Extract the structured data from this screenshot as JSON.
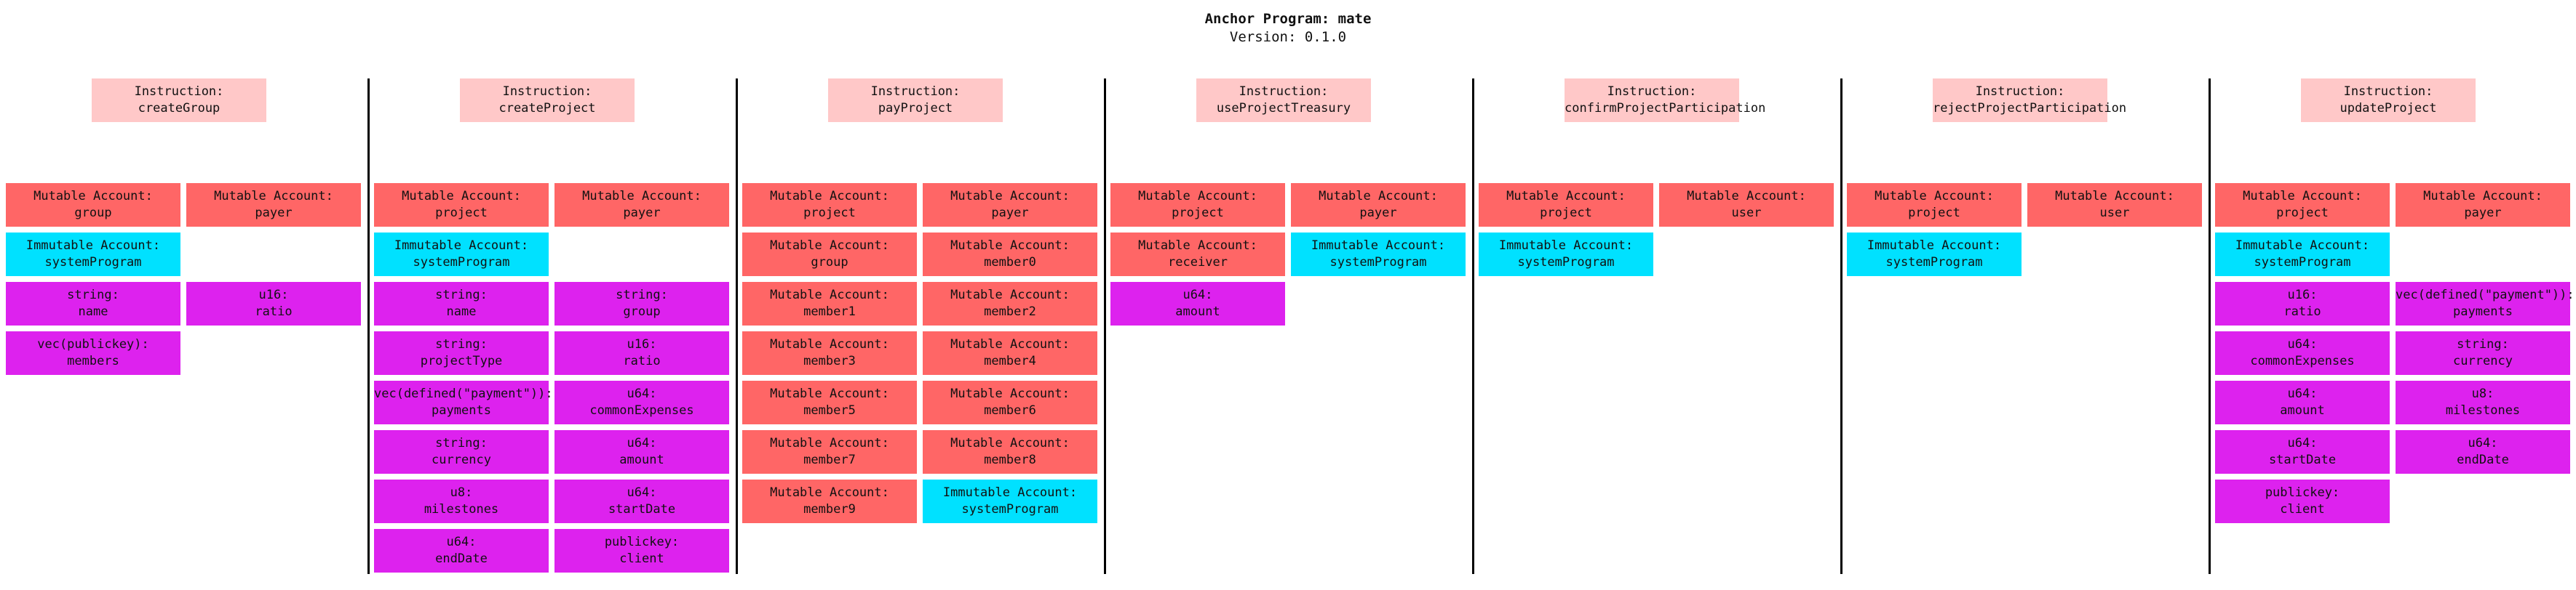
{
  "title": "Anchor Program: mate",
  "version": "Version: 0.1.0",
  "colors": {
    "instruction": "#ffc8c8",
    "mutable_account": "#ff6666",
    "immutable_account": "#00e1ff",
    "argument": "#dd22ee",
    "divider": "#000000"
  },
  "instructions": [
    {
      "header": "Instruction:",
      "name": "createGroup",
      "left": [
        {
          "kind": "mutable",
          "label": "Mutable Account:",
          "value": "group"
        },
        {
          "kind": "immutable",
          "label": "Immutable Account:",
          "value": "systemProgram"
        },
        {
          "kind": "arg",
          "label": "string:",
          "value": "name"
        },
        {
          "kind": "arg",
          "label": "vec(publickey):",
          "value": "members"
        }
      ],
      "right": [
        {
          "kind": "mutable",
          "label": "Mutable Account:",
          "value": "payer"
        },
        null,
        {
          "kind": "arg",
          "label": "u16:",
          "value": "ratio"
        }
      ]
    },
    {
      "header": "Instruction:",
      "name": "createProject",
      "left": [
        {
          "kind": "mutable",
          "label": "Mutable Account:",
          "value": "project"
        },
        {
          "kind": "immutable",
          "label": "Immutable Account:",
          "value": "systemProgram"
        },
        {
          "kind": "arg",
          "label": "string:",
          "value": "name"
        },
        {
          "kind": "arg",
          "label": "string:",
          "value": "projectType"
        },
        {
          "kind": "arg",
          "label": "vec(defined(\"payment\")):",
          "value": "payments"
        },
        {
          "kind": "arg",
          "label": "string:",
          "value": "currency"
        },
        {
          "kind": "arg",
          "label": "u8:",
          "value": "milestones"
        },
        {
          "kind": "arg",
          "label": "u64:",
          "value": "endDate"
        }
      ],
      "right": [
        {
          "kind": "mutable",
          "label": "Mutable Account:",
          "value": "payer"
        },
        null,
        {
          "kind": "arg",
          "label": "string:",
          "value": "group"
        },
        {
          "kind": "arg",
          "label": "u16:",
          "value": "ratio"
        },
        {
          "kind": "arg",
          "label": "u64:",
          "value": "commonExpenses"
        },
        {
          "kind": "arg",
          "label": "u64:",
          "value": "amount"
        },
        {
          "kind": "arg",
          "label": "u64:",
          "value": "startDate"
        },
        {
          "kind": "arg",
          "label": "publickey:",
          "value": "client"
        }
      ]
    },
    {
      "header": "Instruction:",
      "name": "payProject",
      "left": [
        {
          "kind": "mutable",
          "label": "Mutable Account:",
          "value": "project"
        },
        {
          "kind": "mutable",
          "label": "Mutable Account:",
          "value": "group"
        },
        {
          "kind": "mutable",
          "label": "Mutable Account:",
          "value": "member1"
        },
        {
          "kind": "mutable",
          "label": "Mutable Account:",
          "value": "member3"
        },
        {
          "kind": "mutable",
          "label": "Mutable Account:",
          "value": "member5"
        },
        {
          "kind": "mutable",
          "label": "Mutable Account:",
          "value": "member7"
        },
        {
          "kind": "mutable",
          "label": "Mutable Account:",
          "value": "member9"
        }
      ],
      "right": [
        {
          "kind": "mutable",
          "label": "Mutable Account:",
          "value": "payer"
        },
        {
          "kind": "mutable",
          "label": "Mutable Account:",
          "value": "member0"
        },
        {
          "kind": "mutable",
          "label": "Mutable Account:",
          "value": "member2"
        },
        {
          "kind": "mutable",
          "label": "Mutable Account:",
          "value": "member4"
        },
        {
          "kind": "mutable",
          "label": "Mutable Account:",
          "value": "member6"
        },
        {
          "kind": "mutable",
          "label": "Mutable Account:",
          "value": "member8"
        },
        {
          "kind": "immutable",
          "label": "Immutable Account:",
          "value": "systemProgram"
        }
      ]
    },
    {
      "header": "Instruction:",
      "name": "useProjectTreasury",
      "left": [
        {
          "kind": "mutable",
          "label": "Mutable Account:",
          "value": "project"
        },
        {
          "kind": "mutable",
          "label": "Mutable Account:",
          "value": "receiver"
        },
        {
          "kind": "arg",
          "label": "u64:",
          "value": "amount"
        }
      ],
      "right": [
        {
          "kind": "mutable",
          "label": "Mutable Account:",
          "value": "payer"
        },
        {
          "kind": "immutable",
          "label": "Immutable Account:",
          "value": "systemProgram"
        }
      ]
    },
    {
      "header": "Instruction:",
      "name": "confirmProjectParticipation",
      "left": [
        {
          "kind": "mutable",
          "label": "Mutable Account:",
          "value": "project"
        },
        {
          "kind": "immutable",
          "label": "Immutable Account:",
          "value": "systemProgram"
        }
      ],
      "right": [
        {
          "kind": "mutable",
          "label": "Mutable Account:",
          "value": "user"
        }
      ]
    },
    {
      "header": "Instruction:",
      "name": "rejectProjectParticipation",
      "left": [
        {
          "kind": "mutable",
          "label": "Mutable Account:",
          "value": "project"
        },
        {
          "kind": "immutable",
          "label": "Immutable Account:",
          "value": "systemProgram"
        }
      ],
      "right": [
        {
          "kind": "mutable",
          "label": "Mutable Account:",
          "value": "user"
        }
      ]
    },
    {
      "header": "Instruction:",
      "name": "updateProject",
      "left": [
        {
          "kind": "mutable",
          "label": "Mutable Account:",
          "value": "project"
        },
        {
          "kind": "immutable",
          "label": "Immutable Account:",
          "value": "systemProgram"
        },
        {
          "kind": "arg",
          "label": "u16:",
          "value": "ratio"
        },
        {
          "kind": "arg",
          "label": "u64:",
          "value": "commonExpenses"
        },
        {
          "kind": "arg",
          "label": "u64:",
          "value": "amount"
        },
        {
          "kind": "arg",
          "label": "u64:",
          "value": "startDate"
        },
        {
          "kind": "arg",
          "label": "publickey:",
          "value": "client"
        }
      ],
      "right": [
        {
          "kind": "mutable",
          "label": "Mutable Account:",
          "value": "payer"
        },
        null,
        {
          "kind": "arg",
          "label": "vec(defined(\"payment\")):",
          "value": "payments"
        },
        {
          "kind": "arg",
          "label": "string:",
          "value": "currency"
        },
        {
          "kind": "arg",
          "label": "u8:",
          "value": "milestones"
        },
        {
          "kind": "arg",
          "label": "u64:",
          "value": "endDate"
        }
      ]
    }
  ]
}
